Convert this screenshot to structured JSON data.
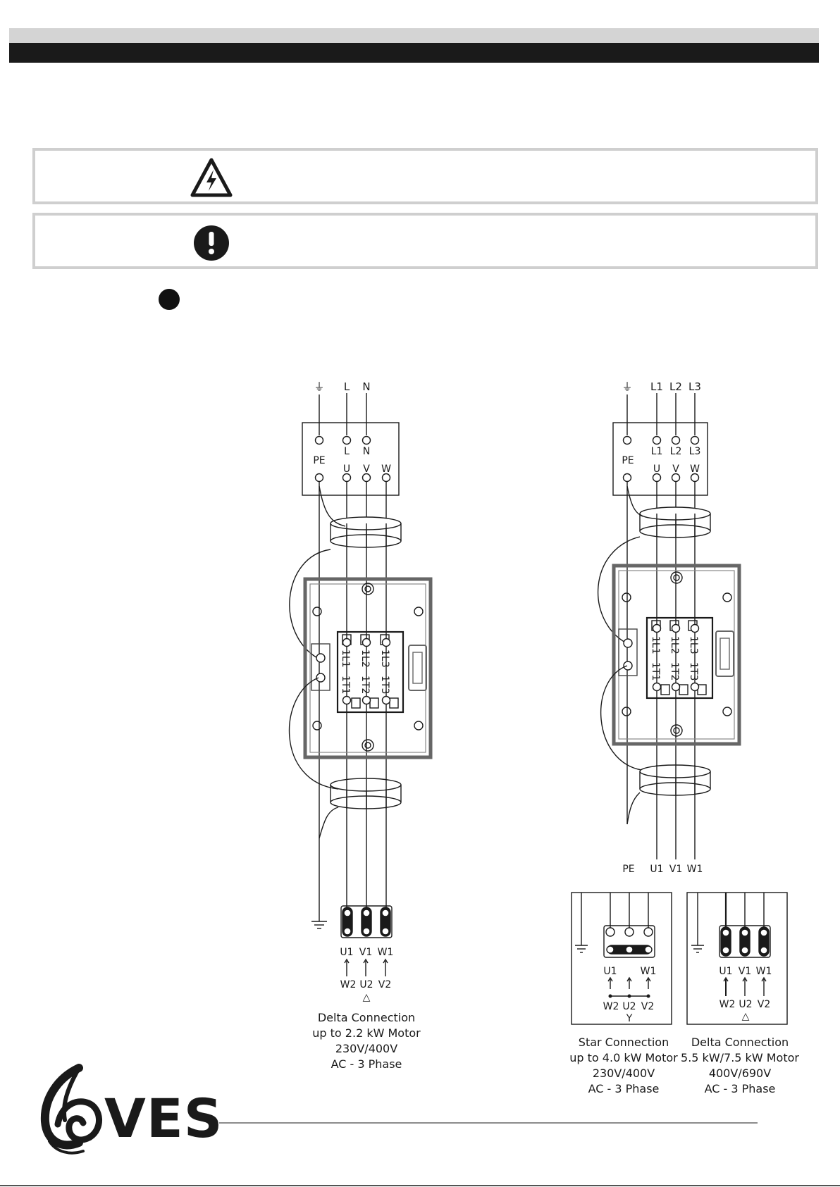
{
  "left_diagram": {
    "supply_labels": {
      "earth": "⏚",
      "l": "L",
      "n": "N"
    },
    "terminal_box": {
      "l": "L",
      "n": "N",
      "pe": "PE",
      "u": "U",
      "v": "V",
      "w": "W"
    },
    "switch_terminals": {
      "top": [
        "1L1",
        "1L2",
        "1L3"
      ],
      "bottom": [
        "1T1",
        "1T2",
        "1T3"
      ]
    },
    "motor_top": [
      "U1",
      "V1",
      "W1"
    ],
    "motor_bottom": [
      "W2",
      "U2",
      "V2"
    ],
    "connection_symbol": "△",
    "caption": [
      "Delta Connection",
      "up to 2.2 kW Motor",
      "230V/400V",
      "AC - 3 Phase"
    ]
  },
  "right_diagram": {
    "supply_labels": {
      "earth": "⏚",
      "l1": "L1",
      "l2": "L2",
      "l3": "L3"
    },
    "terminal_box": {
      "l1": "L1",
      "l2": "L2",
      "l3": "L3",
      "pe": "PE",
      "u": "U",
      "v": "V",
      "w": "W"
    },
    "switch_terminals": {
      "top": [
        "1L1",
        "1L2",
        "1L3"
      ],
      "bottom": [
        "1T1",
        "1T2",
        "1T3"
      ]
    },
    "output_labels": [
      "PE",
      "U1",
      "V1",
      "W1"
    ],
    "star": {
      "top": [
        "U1",
        "W1"
      ],
      "bottom": [
        "W2",
        "U2",
        "V2"
      ],
      "symbol": "Y",
      "caption": [
        "Star Connection",
        "up to 4.0 kW Motor",
        "230V/400V",
        "AC - 3 Phase"
      ]
    },
    "delta": {
      "top": [
        "U1",
        "V1",
        "W1"
      ],
      "bottom": [
        "W2",
        "U2",
        "V2"
      ],
      "symbol": "△",
      "caption": [
        "Delta Connection",
        "5.5 kW/7.5 kW Motor",
        "400V/690V",
        "AC - 3 Phase"
      ]
    }
  },
  "logo": {
    "text": "VES"
  },
  "icons": {
    "warning": "high-voltage-warning-icon",
    "caution": "exclamation-icon"
  }
}
